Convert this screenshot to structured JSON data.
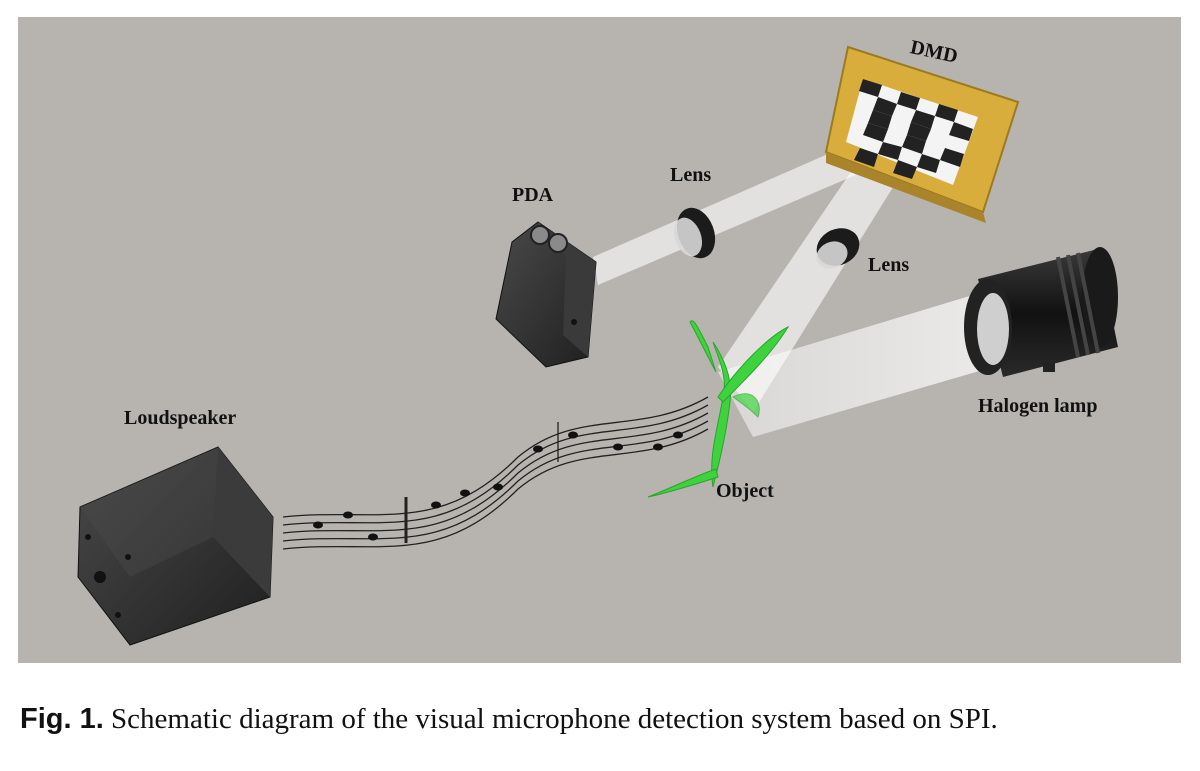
{
  "labels": {
    "dmd": "DMD",
    "pda": "PDA",
    "lens_top": "Lens",
    "lens_bottom": "Lens",
    "halogen_lamp": "Halogen lamp",
    "loudspeaker": "Loudspeaker",
    "object": "Object"
  },
  "caption": {
    "figure_number": "Fig. 1.",
    "text": "Schematic diagram of the visual microphone detection system based on SPI."
  },
  "colors": {
    "background": "#b7b4b0",
    "dmd_frame": "#d9ad3c",
    "plant": "#3fd23f",
    "device_body": "#2f2f2f"
  }
}
